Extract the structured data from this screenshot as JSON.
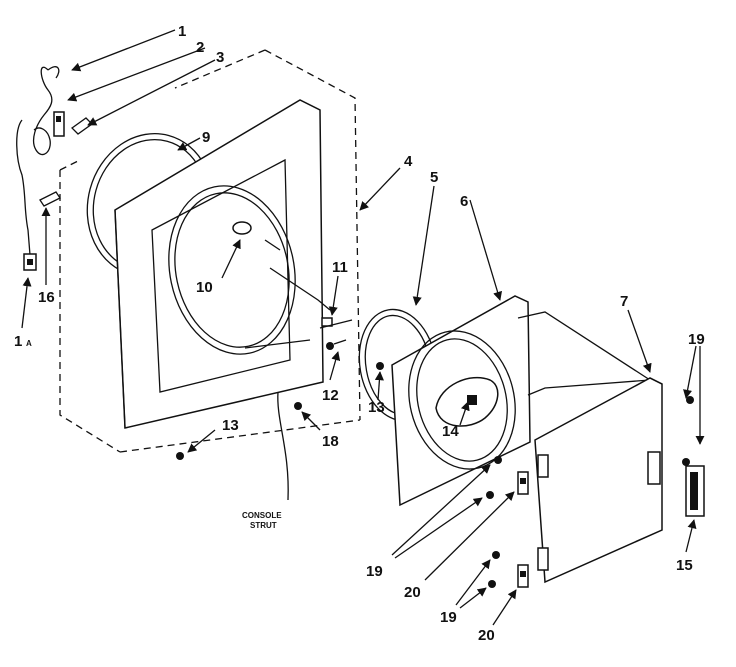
{
  "diagram": {
    "callouts": {
      "c1": "1",
      "c2": "2",
      "c3": "3",
      "c9": "9",
      "c4": "4",
      "c16": "16",
      "c1a": "1",
      "c1a_sub": "A",
      "c10": "10",
      "c11": "11",
      "c5": "5",
      "c6": "6",
      "c7": "7",
      "c19_top": "19",
      "c12": "12",
      "c13_mid": "13",
      "c14": "14",
      "c13_bot": "13",
      "c18": "18",
      "c19_a": "19",
      "c20_a": "20",
      "c19_b": "19",
      "c20_b": "20",
      "c15": "15"
    },
    "console_strut": [
      "CONSOLE",
      "STRUT"
    ]
  }
}
